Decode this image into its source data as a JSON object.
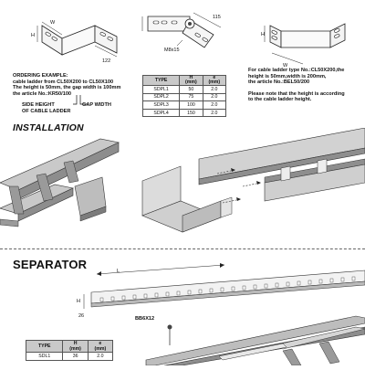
{
  "top_figures": {
    "fig1": {
      "w": "W",
      "h": "H",
      "dim": "122"
    },
    "fig2": {
      "dim": "115",
      "bolt": "M8x15"
    },
    "fig3": {
      "h": "H",
      "w": "W"
    }
  },
  "ordering_example": {
    "lines": [
      "ORDERING EXAMPLE:",
      "cable ladder from CL50X200 to CL50X100",
      "The height is 50mm, the gap width is 100mm",
      "the article No.:KR50/100"
    ],
    "side_height_label": [
      "SIDE HEIGHT",
      "OF CABLE LADDER"
    ],
    "gap_width_label": "GAP WIDTH"
  },
  "type_table": {
    "headers": [
      "TYPE",
      "H\n(mm)",
      "e\n(mm)"
    ],
    "rows": [
      [
        "SDPL1",
        "50",
        "2.0"
      ],
      [
        "SDPL2",
        "75",
        "2.0"
      ],
      [
        "SDPL3",
        "100",
        "2.0"
      ],
      [
        "SDPL4",
        "150",
        "2.0"
      ]
    ]
  },
  "right_note": {
    "lines": [
      "For cable ladder type No.:CL50X200,the",
      "height is 50mm,width is 200mm,",
      "the article No.:BEL50/200"
    ],
    "lines2": [
      "Please note that the height is according",
      "to the cable ladder height."
    ]
  },
  "installation": {
    "title": "INSTALLATION"
  },
  "separator": {
    "title": "SEPARATOR",
    "dim_l": "L",
    "dim_h": "H",
    "dim_26": "26",
    "bolt": "BB6X12",
    "table": {
      "headers": [
        "TYPE",
        "H\n(mm)",
        "e\n(mm)"
      ],
      "rows": [
        [
          "SDL1",
          "36",
          "2.0"
        ]
      ]
    }
  }
}
